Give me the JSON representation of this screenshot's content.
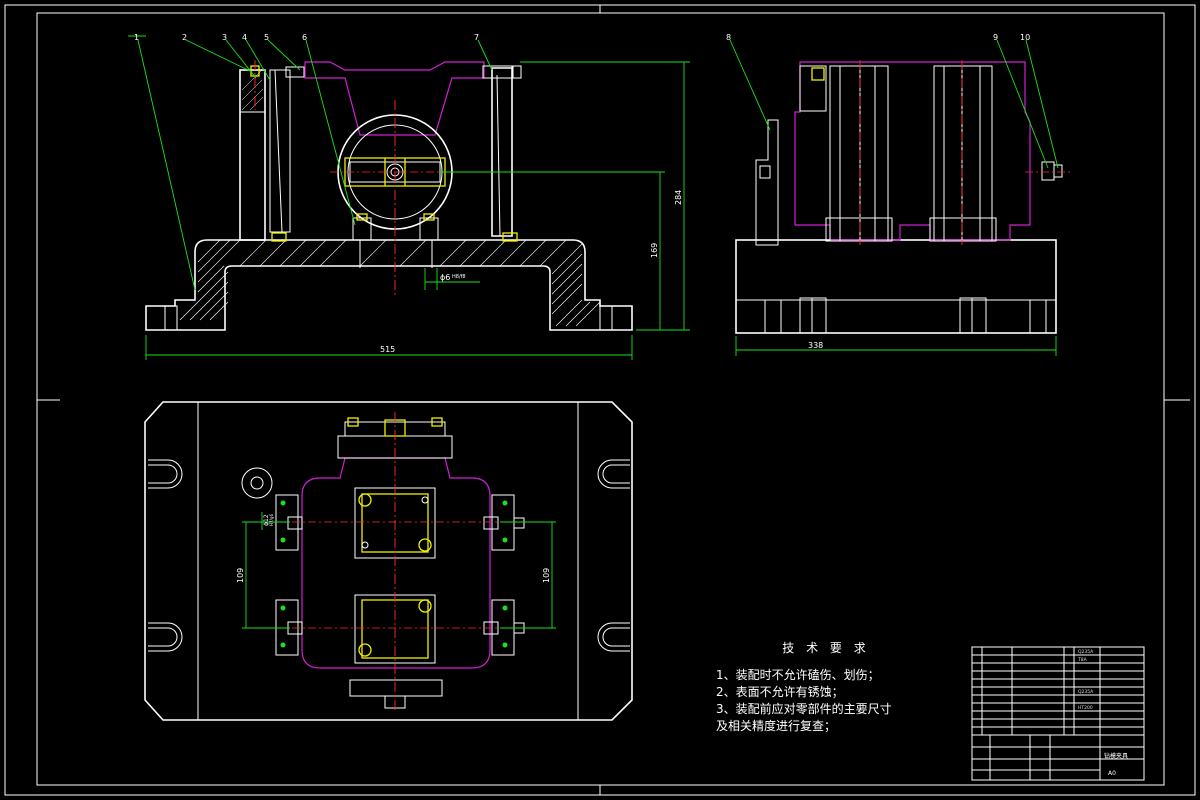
{
  "front_view": {
    "part_labels": [
      "1",
      "2",
      "3",
      "4",
      "5",
      "6",
      "7"
    ],
    "dims": {
      "overall_width": "515",
      "overall_height": "284",
      "center_height": "169",
      "bore_dia": "ϕ6",
      "bore_fit": "H8/f8"
    }
  },
  "side_view": {
    "part_labels": [
      "8",
      "9",
      "10"
    ],
    "dims": {
      "overall_width": "338"
    }
  },
  "top_view": {
    "dims": {
      "left_spacing": "109",
      "right_spacing": "109",
      "pin_dia": "ϕ12",
      "pin_fit": "H7/g6"
    }
  },
  "tech_requirements": {
    "title": "技 术 要 求",
    "lines": [
      "1、装配时不允许磕伤、划伤；",
      "2、表面不允许有锈蚀；",
      "3、装配前应对零部件的主要尺寸",
      "及相关精度进行复查；"
    ]
  },
  "title_block": {
    "part_name": "钻模夹具",
    "sheet_size": "A0",
    "materials": [
      "Q235A",
      "T8A",
      "Q235A",
      "HT200"
    ]
  }
}
